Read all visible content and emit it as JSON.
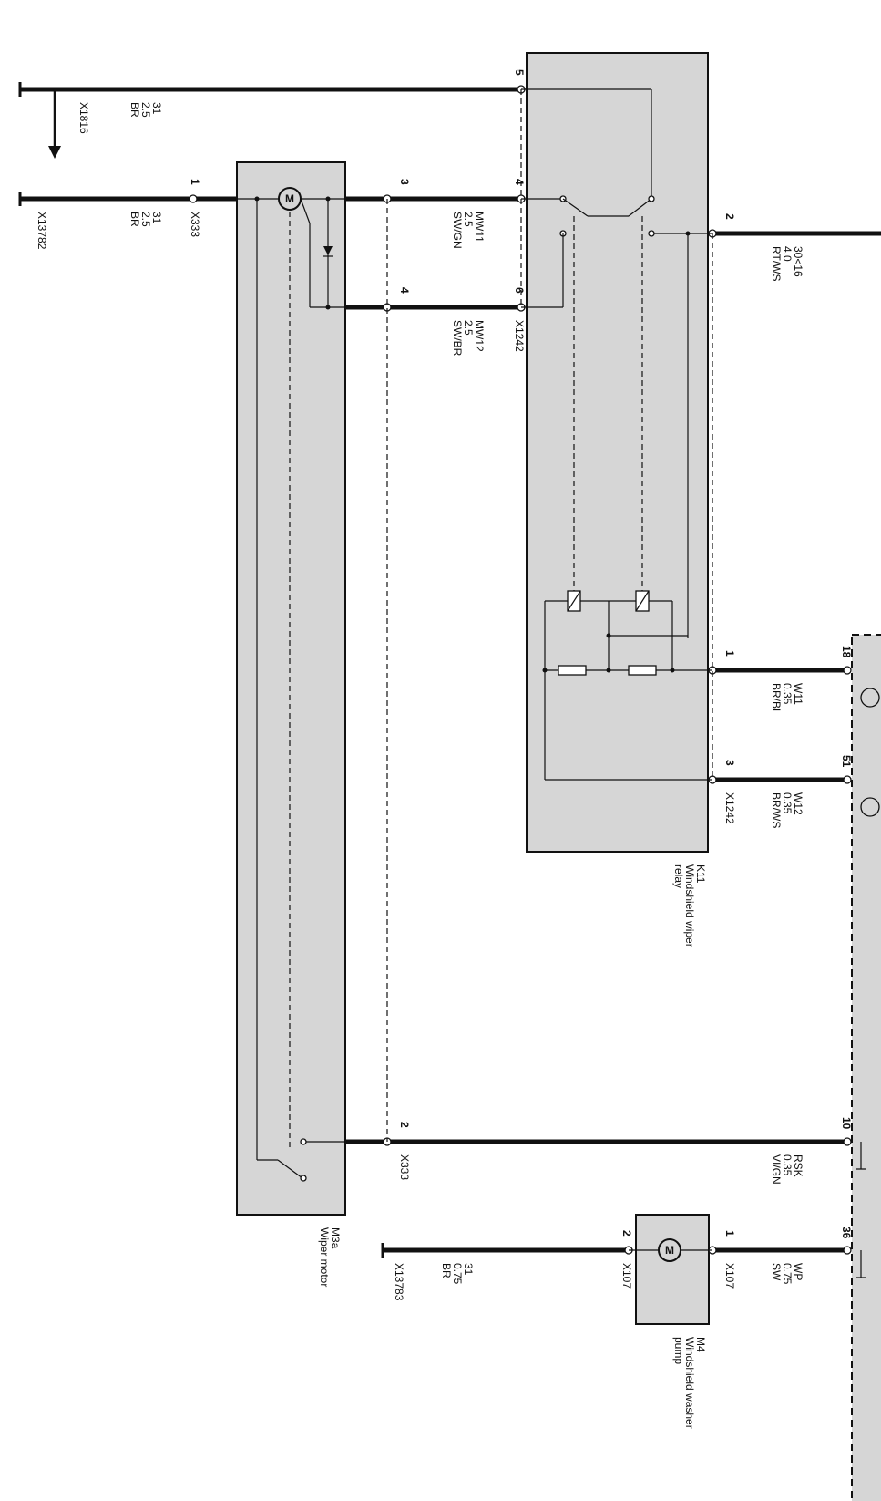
{
  "components": {
    "wiper_motor": {
      "id": "M3a",
      "name": "Wiper motor"
    },
    "wiper_relay": {
      "id": "K11",
      "name_line1": "Windshield wiper",
      "name_line2": "relay"
    },
    "washer_pump": {
      "id": "M4",
      "name_line1": "Windshield washer",
      "name_line2": "pump"
    }
  },
  "connectors": {
    "x1816": "X1816",
    "x13782": "X13782",
    "x333_top": "X333",
    "x333_bottom": "X333",
    "x1242_top": "X1242",
    "x1242_bottom": "X1242",
    "x107_left": "X107",
    "x107_right": "X107",
    "x13783": "X13783"
  },
  "wires": {
    "ground_top": {
      "circuit": "31",
      "gauge": "2.5",
      "color": "BR"
    },
    "ground_mid": {
      "circuit": "31",
      "gauge": "2.5",
      "color": "BR"
    },
    "mw11": {
      "circuit": "MW11",
      "gauge": "2.5",
      "color": "SW/GN"
    },
    "mw12": {
      "circuit": "MW12",
      "gauge": "2.5",
      "color": "SW/BR"
    },
    "power": {
      "circuit": "30<16",
      "gauge": "4.0",
      "color": "RT/WS"
    },
    "w11": {
      "circuit": "W11",
      "gauge": "0.35",
      "color": "BR/BL"
    },
    "w12": {
      "circuit": "W12",
      "gauge": "0.35",
      "color": "BR/WS"
    },
    "rsk": {
      "circuit": "RSK",
      "gauge": "0.35",
      "color": "VI/GN"
    },
    "pump_ground": {
      "circuit": "31",
      "gauge": "0.75",
      "color": "BR"
    },
    "wp": {
      "circuit": "WP",
      "gauge": "0.75",
      "color": "SW"
    }
  },
  "pins": {
    "relay_p5": "5",
    "relay_p4": "4",
    "relay_p6": "6",
    "relay_p2": "2",
    "relay_p1": "1",
    "relay_p3": "3",
    "x333_p1": "1",
    "x333_p3": "3",
    "x333_p4": "4",
    "x333_p2": "2",
    "ecu_p18": "18",
    "ecu_p51": "51",
    "ecu_p10": "10",
    "ecu_p36": "36",
    "pump_p1": "1",
    "pump_p2": "2"
  },
  "motor_symbol": "M"
}
